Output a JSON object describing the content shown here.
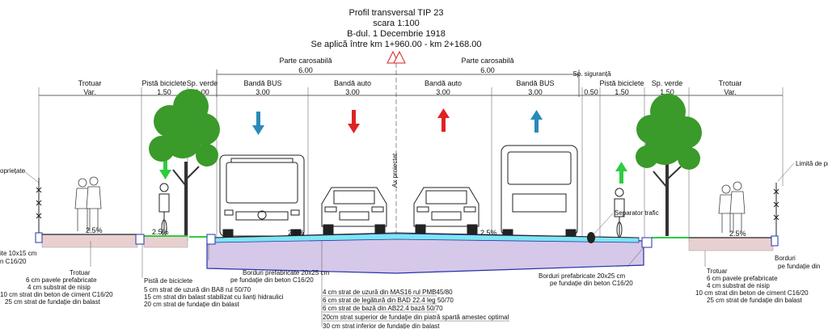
{
  "title": {
    "line1": "Profil transversal  TIP 23",
    "line2": "scara 1:100",
    "line3": "B-dul. 1 Decembrie 1918",
    "line4": "Se aplică între km 1+960.00 - km 2+168.00"
  },
  "top_dims": {
    "carriageway_left": "Parte carosabilă",
    "carriageway_left_val": "6.00",
    "carriageway_right": "Parte carosabilă",
    "carriageway_right_val": "6.00",
    "safety": "Sp. siguranță"
  },
  "zones": [
    {
      "label": "Trotuar",
      "value": "Var."
    },
    {
      "label": "Pistă biciclete",
      "value": "1.50"
    },
    {
      "label": "Sp. verde",
      "value": "1.00"
    },
    {
      "label": "Bandă BUS",
      "value": "3.00"
    },
    {
      "label": "Bandă auto",
      "value": "3.00"
    },
    {
      "label": "Bandă auto",
      "value": "3.00"
    },
    {
      "label": "Bandă BUS",
      "value": "3.00"
    },
    {
      "label": "",
      "value": "0.50"
    },
    {
      "label": "Pistă biciclete",
      "value": "1.50"
    },
    {
      "label": "Sp. verde",
      "value": "1.50"
    },
    {
      "label": "Trotuar",
      "value": "Var."
    }
  ],
  "labels": {
    "property_left": "opriețate",
    "property_right": "Limită de pro",
    "axis": "Ax proiectat",
    "separator": "Separator trafic",
    "slope_sidewalk_left": "2.5%",
    "slope_bike_left": "2.5%",
    "slope_road_left": "2.5%",
    "slope_road_right": "2.5%",
    "slope_sidewalk_right": "2.5%",
    "border_left_small": "ite 10x15 cm",
    "border_left_small2": "n C16/20",
    "border_right_top": "Borduri",
    "border_right_top2": "pe fundație din"
  },
  "notes": {
    "sidewalk_left": {
      "title": "Trotuar",
      "lines": [
        "6 cm pavele prefabricate",
        "4  cm substrat de nisip",
        "10 cm strat din beton de ciment C16/20",
        "25  cm strat de fundație din balast"
      ]
    },
    "bike_left": {
      "title": "Pistă de biciclete",
      "lines": [
        "5 cm strat de uzură din BA8 rul 50/70",
        "15 cm strat din balast stabilizat cu lianți hidraulici",
        "20 cm strat de fundație din balast"
      ]
    },
    "curb_left": {
      "lines": [
        "Borduri prefabricate 20x25 cm",
        "pe fundație din beton C16/20"
      ]
    },
    "road": {
      "lines": [
        "4 cm strat de uzură din MAS16 rul PMB45/80",
        "6 cm strat de legătură din BAD 22.4 leg 50/70",
        "6 cm strat de bază din AB22.4 bază 50/70",
        "20cm strat superior de fundație din piatră spartă amestec optimal",
        "30 cm strat inferior de fundație din balast"
      ]
    },
    "curb_right": {
      "lines": [
        "Borduri prefabricate 20x25 cm",
        "pe fundație din beton C16/20"
      ]
    },
    "sidewalk_right": {
      "title": "Trotuar",
      "lines": [
        "6 cm pavele prefabricate",
        "4  cm substrat de nisip",
        "10 cm strat din beton de ciment C16/20",
        "25  cm strat de fundație din balast"
      ]
    }
  },
  "colors": {
    "asphalt_top": "#7fe6f2",
    "base_layer": "#d6c8e8",
    "base_outline": "#2233aa",
    "tree": "#3a9a2a",
    "arrow_bus": "#2a8ab8",
    "arrow_car": "#e02222",
    "arrow_bike": "#2ecc40",
    "soil": "#e9d0d0"
  }
}
